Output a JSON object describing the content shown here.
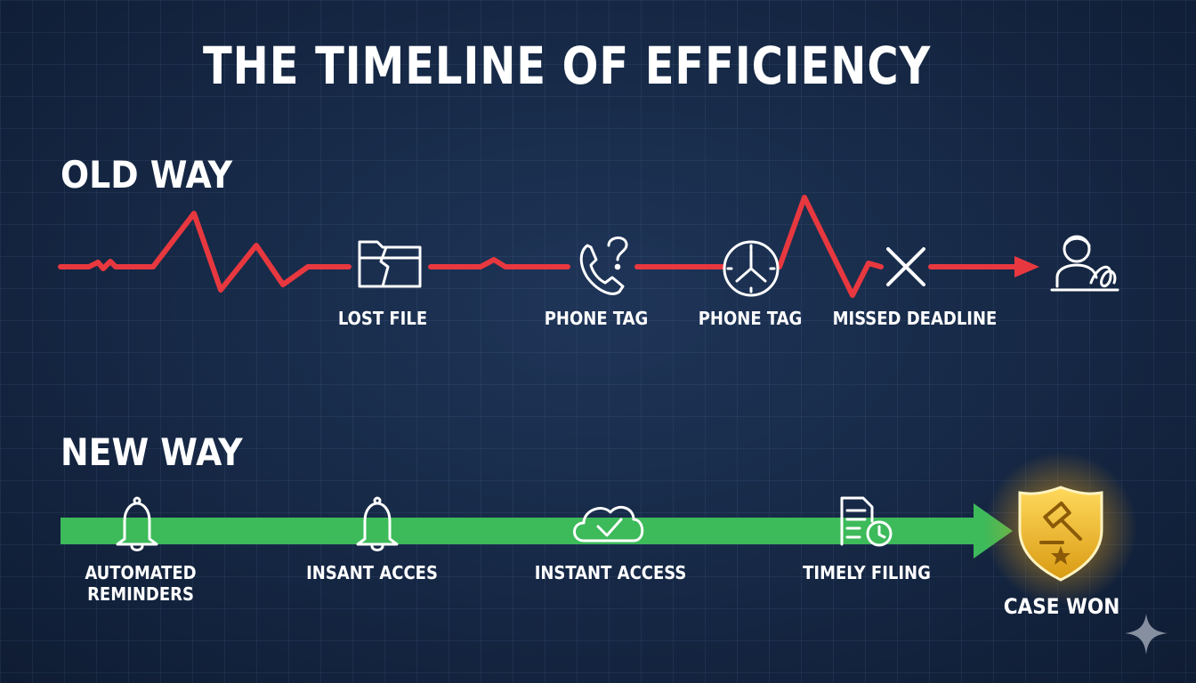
{
  "title": "THE TIMELINE OF EFFICIENCY",
  "old_way": {
    "label": "OLD WAY",
    "line_color": "#e8383f",
    "steps": [
      {
        "label": "LOST FILE",
        "icon": "broken-folder-icon"
      },
      {
        "label": "PHONE TAG",
        "icon": "phone-question-icon"
      },
      {
        "label": "PHONE TAG",
        "icon": "clock-icon"
      },
      {
        "label": "MISSED DEADLINE",
        "icon": "x-mark-icon"
      },
      {
        "label": "",
        "icon": "stressed-person-icon"
      }
    ]
  },
  "new_way": {
    "label": "NEW WAY",
    "line_color": "#3dba5a",
    "steps": [
      {
        "label": "AUTOMATED REMINDERS",
        "icon": "bell-icon"
      },
      {
        "label": "INSANT ACCES",
        "icon": "bell-icon"
      },
      {
        "label": "INSTANT ACCESS",
        "icon": "cloud-check-icon"
      },
      {
        "label": "TIMELY FILING",
        "icon": "document-clock-icon"
      },
      {
        "label": "CASE WON",
        "icon": "gavel-shield-icon"
      }
    ],
    "badge_color": "#e8b020"
  }
}
